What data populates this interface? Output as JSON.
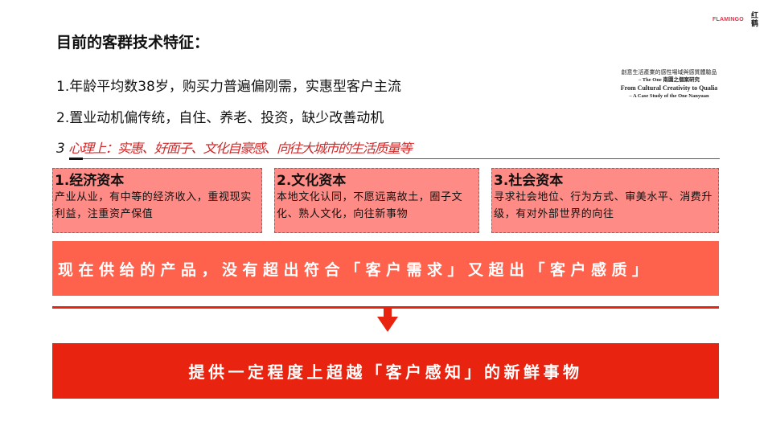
{
  "branding": {
    "logo_text": "FLAMINGO",
    "logo_cn": "红鹤",
    "logo_color": "#e8334a"
  },
  "book_reference": {
    "line1": "創意生活產業的感性場域與感質體驗品",
    "line2": "– The One 南園之個案研究",
    "line3": "From Cultural Creativity to Qualia",
    "line4": "– A Case Study of the One Nanyuan"
  },
  "slide": {
    "title": "目前的客群技术特征：",
    "points": [
      "1.年龄平均数38岁，购买力普遍偏刚需，实惠型客户主流",
      "2.置业动机偏传统，自住、养老、投资，缺少改善动机"
    ],
    "point3": {
      "number": "3",
      "text": "心理上：实惠、好面子、文化自豪感、向往大城市的生活质量等",
      "color": "#d22a2a"
    },
    "capital_boxes": [
      {
        "heading": "1.经济资本",
        "body": "产业从业，有中等的经济收入，重视现实利益，注重资产保值"
      },
      {
        "heading": "2.文化资本",
        "body": "本地文化认同，不愿远离故土，圈子文化、熟人文化，向往新事物"
      },
      {
        "heading": "3.社会资本",
        "body": "寻求社会地位、行为方式、审美水平、消费升级，有对外部世界的向往"
      }
    ],
    "banner_problem": "现在供给的产品，没有超出符合「客户需求」又超出「客户感质」",
    "banner_solution": "提供一定程度上超越「客户感知」的新鲜事物",
    "colors": {
      "box_fill": "#fe8b85",
      "box_border": "#d04848",
      "banner_problem": "#ff624c",
      "banner_solution": "#e8230f",
      "arrow": "#e8230f"
    }
  }
}
